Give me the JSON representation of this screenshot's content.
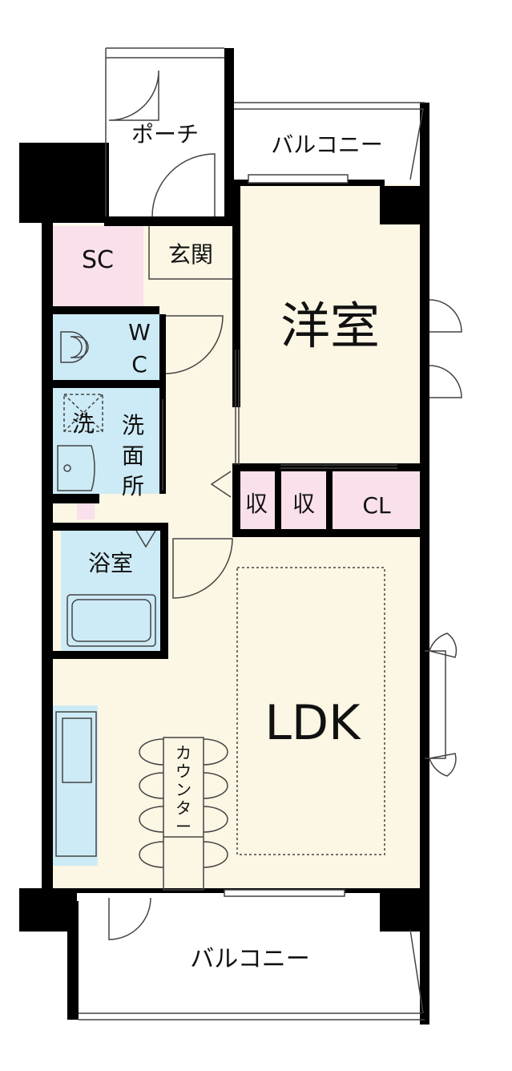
{
  "colors": {
    "wall": "#000000",
    "floor": "#fcf6e4",
    "storage": "#f9e0ea",
    "water": "#cdebf6",
    "balcony": "#ffffff",
    "line": "#555555"
  },
  "rooms": {
    "porch": "ポーチ",
    "balcony_top": "バルコニー",
    "sc": "SC",
    "entrance": "玄関",
    "western_room": "洋室",
    "wc_w": "W",
    "wc_c": "C",
    "washer": "洗",
    "washroom": [
      "洗",
      "面",
      "所"
    ],
    "storage_1": "収",
    "storage_2": "収",
    "closet": "CL",
    "bathroom": "浴室",
    "ldk": "LDK",
    "counter": [
      "カ",
      "ウ",
      "ン",
      "タ",
      "ー"
    ],
    "balcony_bottom": "バルコニー"
  }
}
